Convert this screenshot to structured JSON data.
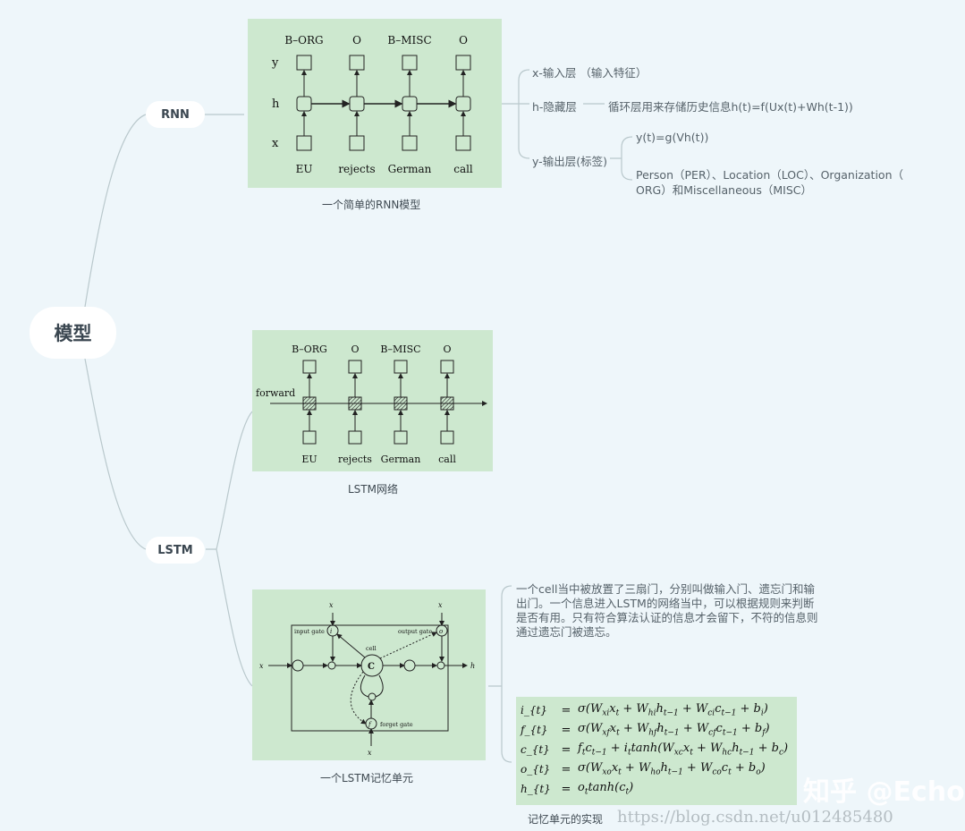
{
  "root": {
    "label": "模型"
  },
  "rnn": {
    "label": "RNN",
    "diagram": {
      "outputs": [
        "B–ORG",
        "O",
        "B–MISC",
        "O"
      ],
      "inputs": [
        "EU",
        "rejects",
        "German",
        "call"
      ],
      "row_labels": [
        "y",
        "h",
        "x"
      ]
    },
    "caption": "一个简单的RNN模型",
    "leaves": {
      "x": "x-输入层 （输入特征）",
      "h": "h-隐藏层",
      "h_detail": "循环层用来存储历史信息h(t)=f(Ux(t)+Wh(t-1))",
      "y": "y-输出层(标签)",
      "y_formula": "y(t)=g(Vh(t))",
      "y_labels_line1": "Person（PER）、Location（LOC）、Organization（",
      "y_labels_line2": "ORG）和Miscellaneous（MISC）"
    }
  },
  "lstm": {
    "label": "LSTM",
    "network": {
      "outputs": [
        "B–ORG",
        "O",
        "B–MISC",
        "O"
      ],
      "inputs": [
        "EU",
        "rejects",
        "German",
        "call"
      ],
      "direction": "forward",
      "caption": "LSTM网络"
    },
    "cell": {
      "labels": {
        "input_gate": "input gate",
        "output_gate": "output gate",
        "forget_gate": "forget gate",
        "cell": "cell",
        "x_in": "x",
        "x_top1": "x",
        "x_top2": "x",
        "x_bottom": "x",
        "h_out": "h",
        "i": "i",
        "o": "o",
        "f": "f",
        "c": "C"
      },
      "caption": "一个LSTM记忆单元"
    },
    "description": "一个cell当中被放置了三扇门，分别叫做输入门、遗忘门和输出门。一个信息进入LSTM的网络当中，可以根据规则来判断是否有用。只有符合算法认证的信息才会留下，不符的信息则通过遗忘门被遗忘。",
    "equations": [
      {
        "lhs": "i_{t}",
        "rhs": "σ(W_{xi}x_{t} + W_{hi}h_{t−1} + W_{ci}c_{t−1} + b_{i})"
      },
      {
        "lhs": "f_{t}",
        "rhs": "σ(W_{xf}x_{t} + W_{hf}h_{t−1} + W_{cf}c_{t−1} + b_{f})"
      },
      {
        "lhs": "c_{t}",
        "rhs": "f_{t}c_{t−1} + i_{t}tanh(W_{xc}x_{t} + W_{hc}h_{t−1} + b_{c})"
      },
      {
        "lhs": "o_{t}",
        "rhs": "σ(W_{xo}x_{t} + W_{ho}h_{t−1} + W_{co}c_{t} + b_{o})"
      },
      {
        "lhs": "h_{t}",
        "rhs": "o_{t}tanh(c_{t})"
      }
    ],
    "equations_eq": "=",
    "equations_caption": "记忆单元的实现"
  },
  "watermarks": {
    "zhihu": "知乎 @Echo",
    "csdn": "https://blog.csdn.net/u012485480"
  },
  "colors": {
    "background": "#eef6fa",
    "image_bg": "#cde8cf",
    "connector": "#b9c8cc",
    "node": "#ffffff"
  }
}
